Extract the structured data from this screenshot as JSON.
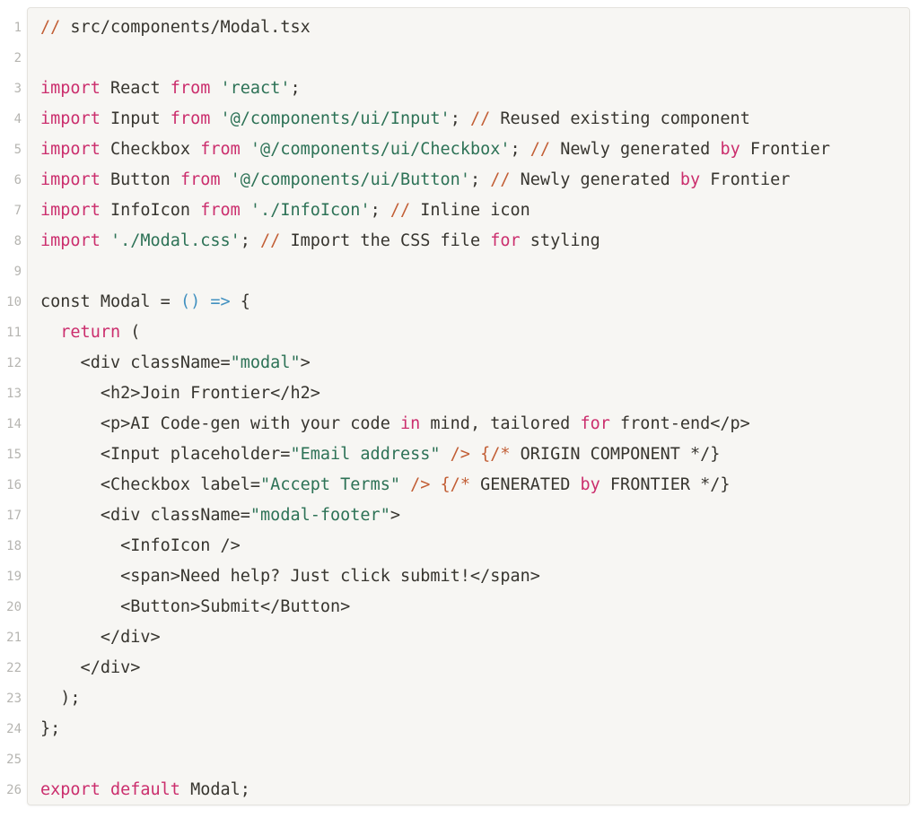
{
  "colors": {
    "page_background": "#ffffff",
    "block_background": "#f7f6f3",
    "block_border": "#e4e2dd",
    "text": "#37352f",
    "keyword": "#cb2e6d",
    "string": "#2d7256",
    "comment_marker": "#c25e35",
    "blue": "#4291c0",
    "line_number": "#b6b5b1"
  },
  "code": {
    "lines": [
      {
        "n": "1",
        "t": [
          [
            "//",
            "c"
          ],
          [
            " src/components/Modal.tsx",
            "d"
          ]
        ]
      },
      {
        "n": "2",
        "t": []
      },
      {
        "n": "3",
        "t": [
          [
            "import",
            "k"
          ],
          [
            " React ",
            "d"
          ],
          [
            "from",
            "k"
          ],
          [
            " ",
            "d"
          ],
          [
            "'react'",
            "s"
          ],
          [
            ";",
            "d"
          ]
        ]
      },
      {
        "n": "4",
        "t": [
          [
            "import",
            "k"
          ],
          [
            " Input ",
            "d"
          ],
          [
            "from",
            "k"
          ],
          [
            " ",
            "d"
          ],
          [
            "'@/components/ui/Input'",
            "s"
          ],
          [
            "; ",
            "d"
          ],
          [
            "//",
            "c"
          ],
          [
            " Reused existing component",
            "d"
          ]
        ]
      },
      {
        "n": "5",
        "t": [
          [
            "import",
            "k"
          ],
          [
            " Checkbox ",
            "d"
          ],
          [
            "from",
            "k"
          ],
          [
            " ",
            "d"
          ],
          [
            "'@/components/ui/Checkbox'",
            "s"
          ],
          [
            "; ",
            "d"
          ],
          [
            "//",
            "c"
          ],
          [
            " Newly generated ",
            "d"
          ],
          [
            "by",
            "k"
          ],
          [
            " Frontier",
            "d"
          ]
        ]
      },
      {
        "n": "6",
        "t": [
          [
            "import",
            "k"
          ],
          [
            " Button ",
            "d"
          ],
          [
            "from",
            "k"
          ],
          [
            " ",
            "d"
          ],
          [
            "'@/components/ui/Button'",
            "s"
          ],
          [
            "; ",
            "d"
          ],
          [
            "//",
            "c"
          ],
          [
            " Newly generated ",
            "d"
          ],
          [
            "by",
            "k"
          ],
          [
            " Frontier",
            "d"
          ]
        ]
      },
      {
        "n": "7",
        "t": [
          [
            "import",
            "k"
          ],
          [
            " InfoIcon ",
            "d"
          ],
          [
            "from",
            "k"
          ],
          [
            " ",
            "d"
          ],
          [
            "'./InfoIcon'",
            "s"
          ],
          [
            "; ",
            "d"
          ],
          [
            "//",
            "c"
          ],
          [
            " Inline icon",
            "d"
          ]
        ]
      },
      {
        "n": "8",
        "t": [
          [
            "import",
            "k"
          ],
          [
            " ",
            "d"
          ],
          [
            "'./Modal.css'",
            "s"
          ],
          [
            "; ",
            "d"
          ],
          [
            "//",
            "c"
          ],
          [
            " Import the CSS file ",
            "d"
          ],
          [
            "for",
            "k"
          ],
          [
            " styling",
            "d"
          ]
        ]
      },
      {
        "n": "9",
        "t": []
      },
      {
        "n": "10",
        "t": [
          [
            "const Modal = ",
            "d"
          ],
          [
            "()",
            "b"
          ],
          [
            " ",
            "d"
          ],
          [
            "=>",
            "b"
          ],
          [
            " {",
            "d"
          ]
        ]
      },
      {
        "n": "11",
        "t": [
          [
            "  ",
            "d"
          ],
          [
            "return",
            "k"
          ],
          [
            " (",
            "d"
          ]
        ]
      },
      {
        "n": "12",
        "t": [
          [
            "    <div className=",
            "d"
          ],
          [
            "\"modal\"",
            "s"
          ],
          [
            ">",
            "d"
          ]
        ]
      },
      {
        "n": "13",
        "t": [
          [
            "      <h2>Join Frontier</h2>",
            "d"
          ]
        ]
      },
      {
        "n": "14",
        "t": [
          [
            "      <p>AI Code-gen with your code ",
            "d"
          ],
          [
            "in",
            "k"
          ],
          [
            " mind, tailored ",
            "d"
          ],
          [
            "for",
            "k"
          ],
          [
            " front-end</p>",
            "d"
          ]
        ]
      },
      {
        "n": "15",
        "t": [
          [
            "      <Input placeholder=",
            "d"
          ],
          [
            "\"Email address\"",
            "s"
          ],
          [
            " ",
            "d"
          ],
          [
            "/>",
            "c"
          ],
          [
            " ",
            "d"
          ],
          [
            "{/*",
            "c"
          ],
          [
            " ORIGIN COMPONENT */}",
            "d"
          ]
        ]
      },
      {
        "n": "16",
        "t": [
          [
            "      <Checkbox label=",
            "d"
          ],
          [
            "\"Accept Terms\"",
            "s"
          ],
          [
            " ",
            "d"
          ],
          [
            "/>",
            "c"
          ],
          [
            " ",
            "d"
          ],
          [
            "{/*",
            "c"
          ],
          [
            " GENERATED ",
            "d"
          ],
          [
            "by",
            "k"
          ],
          [
            " FRONTIER */}",
            "d"
          ]
        ]
      },
      {
        "n": "17",
        "t": [
          [
            "      <div className=",
            "d"
          ],
          [
            "\"modal-footer\"",
            "s"
          ],
          [
            ">",
            "d"
          ]
        ]
      },
      {
        "n": "18",
        "t": [
          [
            "        <InfoIcon />",
            "d"
          ]
        ]
      },
      {
        "n": "19",
        "t": [
          [
            "        <span>Need help? Just click submit!</span>",
            "d"
          ]
        ]
      },
      {
        "n": "20",
        "t": [
          [
            "        <Button>Submit</Button>",
            "d"
          ]
        ]
      },
      {
        "n": "21",
        "t": [
          [
            "      </div>",
            "d"
          ]
        ]
      },
      {
        "n": "22",
        "t": [
          [
            "    </div>",
            "d"
          ]
        ]
      },
      {
        "n": "23",
        "t": [
          [
            "  );",
            "d"
          ]
        ]
      },
      {
        "n": "24",
        "t": [
          [
            "};",
            "d"
          ]
        ]
      },
      {
        "n": "25",
        "t": []
      },
      {
        "n": "26",
        "t": [
          [
            "export",
            "k"
          ],
          [
            " ",
            "d"
          ],
          [
            "default",
            "k"
          ],
          [
            " Modal;",
            "d"
          ]
        ]
      }
    ]
  }
}
